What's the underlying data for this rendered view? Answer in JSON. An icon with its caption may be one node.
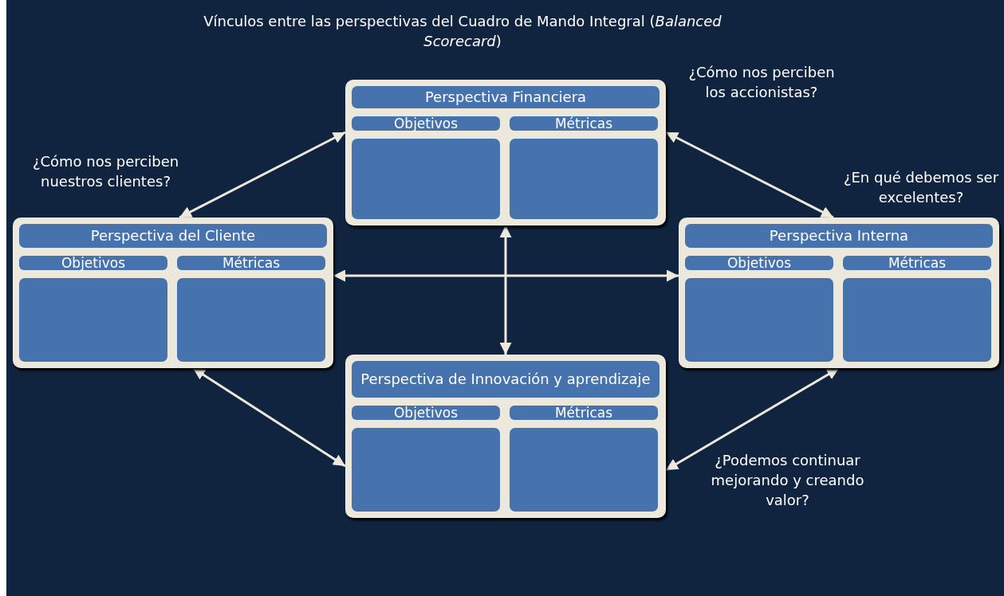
{
  "diagram": {
    "title": "Vínculos entre las perspectivas del Cuadro de Mando Integral (*Balanced Scorecard*)",
    "nodes": [
      {
        "text": [
          "Perspectiva Financiera"
        ],
        "beside": [
          "¿Cómo nos perciben los accionistas?"
        ]
      },
      {
        "text": [
          "Objetivos"
        ],
        "in": 0
      },
      {
        "text": [
          "Métricas"
        ],
        "in": 0
      },
      {
        "text": [],
        "shape": "box",
        "in": 0
      },
      {
        "text": [],
        "shape": "box",
        "in": 0
      },
      {
        "text": [
          "Perspectiva del Cliente"
        ],
        "beside": [
          "¿Cómo nos perciben nuestros clientes?"
        ]
      },
      {
        "text": [
          "Objetivos"
        ],
        "in": 5
      },
      {
        "text": [
          "Métricas"
        ],
        "in": 5
      },
      {
        "text": [],
        "shape": "box",
        "in": 5
      },
      {
        "text": [],
        "shape": "box",
        "in": 5
      },
      {
        "text": [
          "Perspectiva Interna"
        ],
        "beside": [
          "¿En qué debemos ser excelentes?"
        ]
      },
      {
        "text": [
          "Objetivos"
        ],
        "in": 10
      },
      {
        "text": [
          "Métricas"
        ],
        "in": 10
      },
      {
        "text": [],
        "shape": "box",
        "in": 10
      },
      {
        "text": [],
        "shape": "box",
        "in": 10
      },
      {
        "text": [
          "Perspectiva de Innovación y aprendizaje"
        ],
        "beside": [
          "¿Podemos continuar mejorando y creando valor?"
        ]
      },
      {
        "text": [
          "Objetivos"
        ],
        "in": 15
      },
      {
        "text": [
          "Métricas"
        ],
        "in": 15
      },
      {
        "text": [],
        "shape": "box",
        "in": 15
      },
      {
        "text": [],
        "shape": "box",
        "in": 15
      }
    ],
    "edges": [
      {
        "from": 5,
        "to": 0,
        "arrow": "both"
      },
      {
        "from": 0,
        "to": 10,
        "arrow": "both"
      },
      {
        "from": 5,
        "to": 10,
        "arrow": "both"
      },
      {
        "from": 0,
        "to": 15,
        "arrow": "both"
      },
      {
        "from": 5,
        "to": 15,
        "arrow": "both"
      },
      {
        "from": 10,
        "to": 15,
        "arrow": "both"
      }
    ]
  }
}
